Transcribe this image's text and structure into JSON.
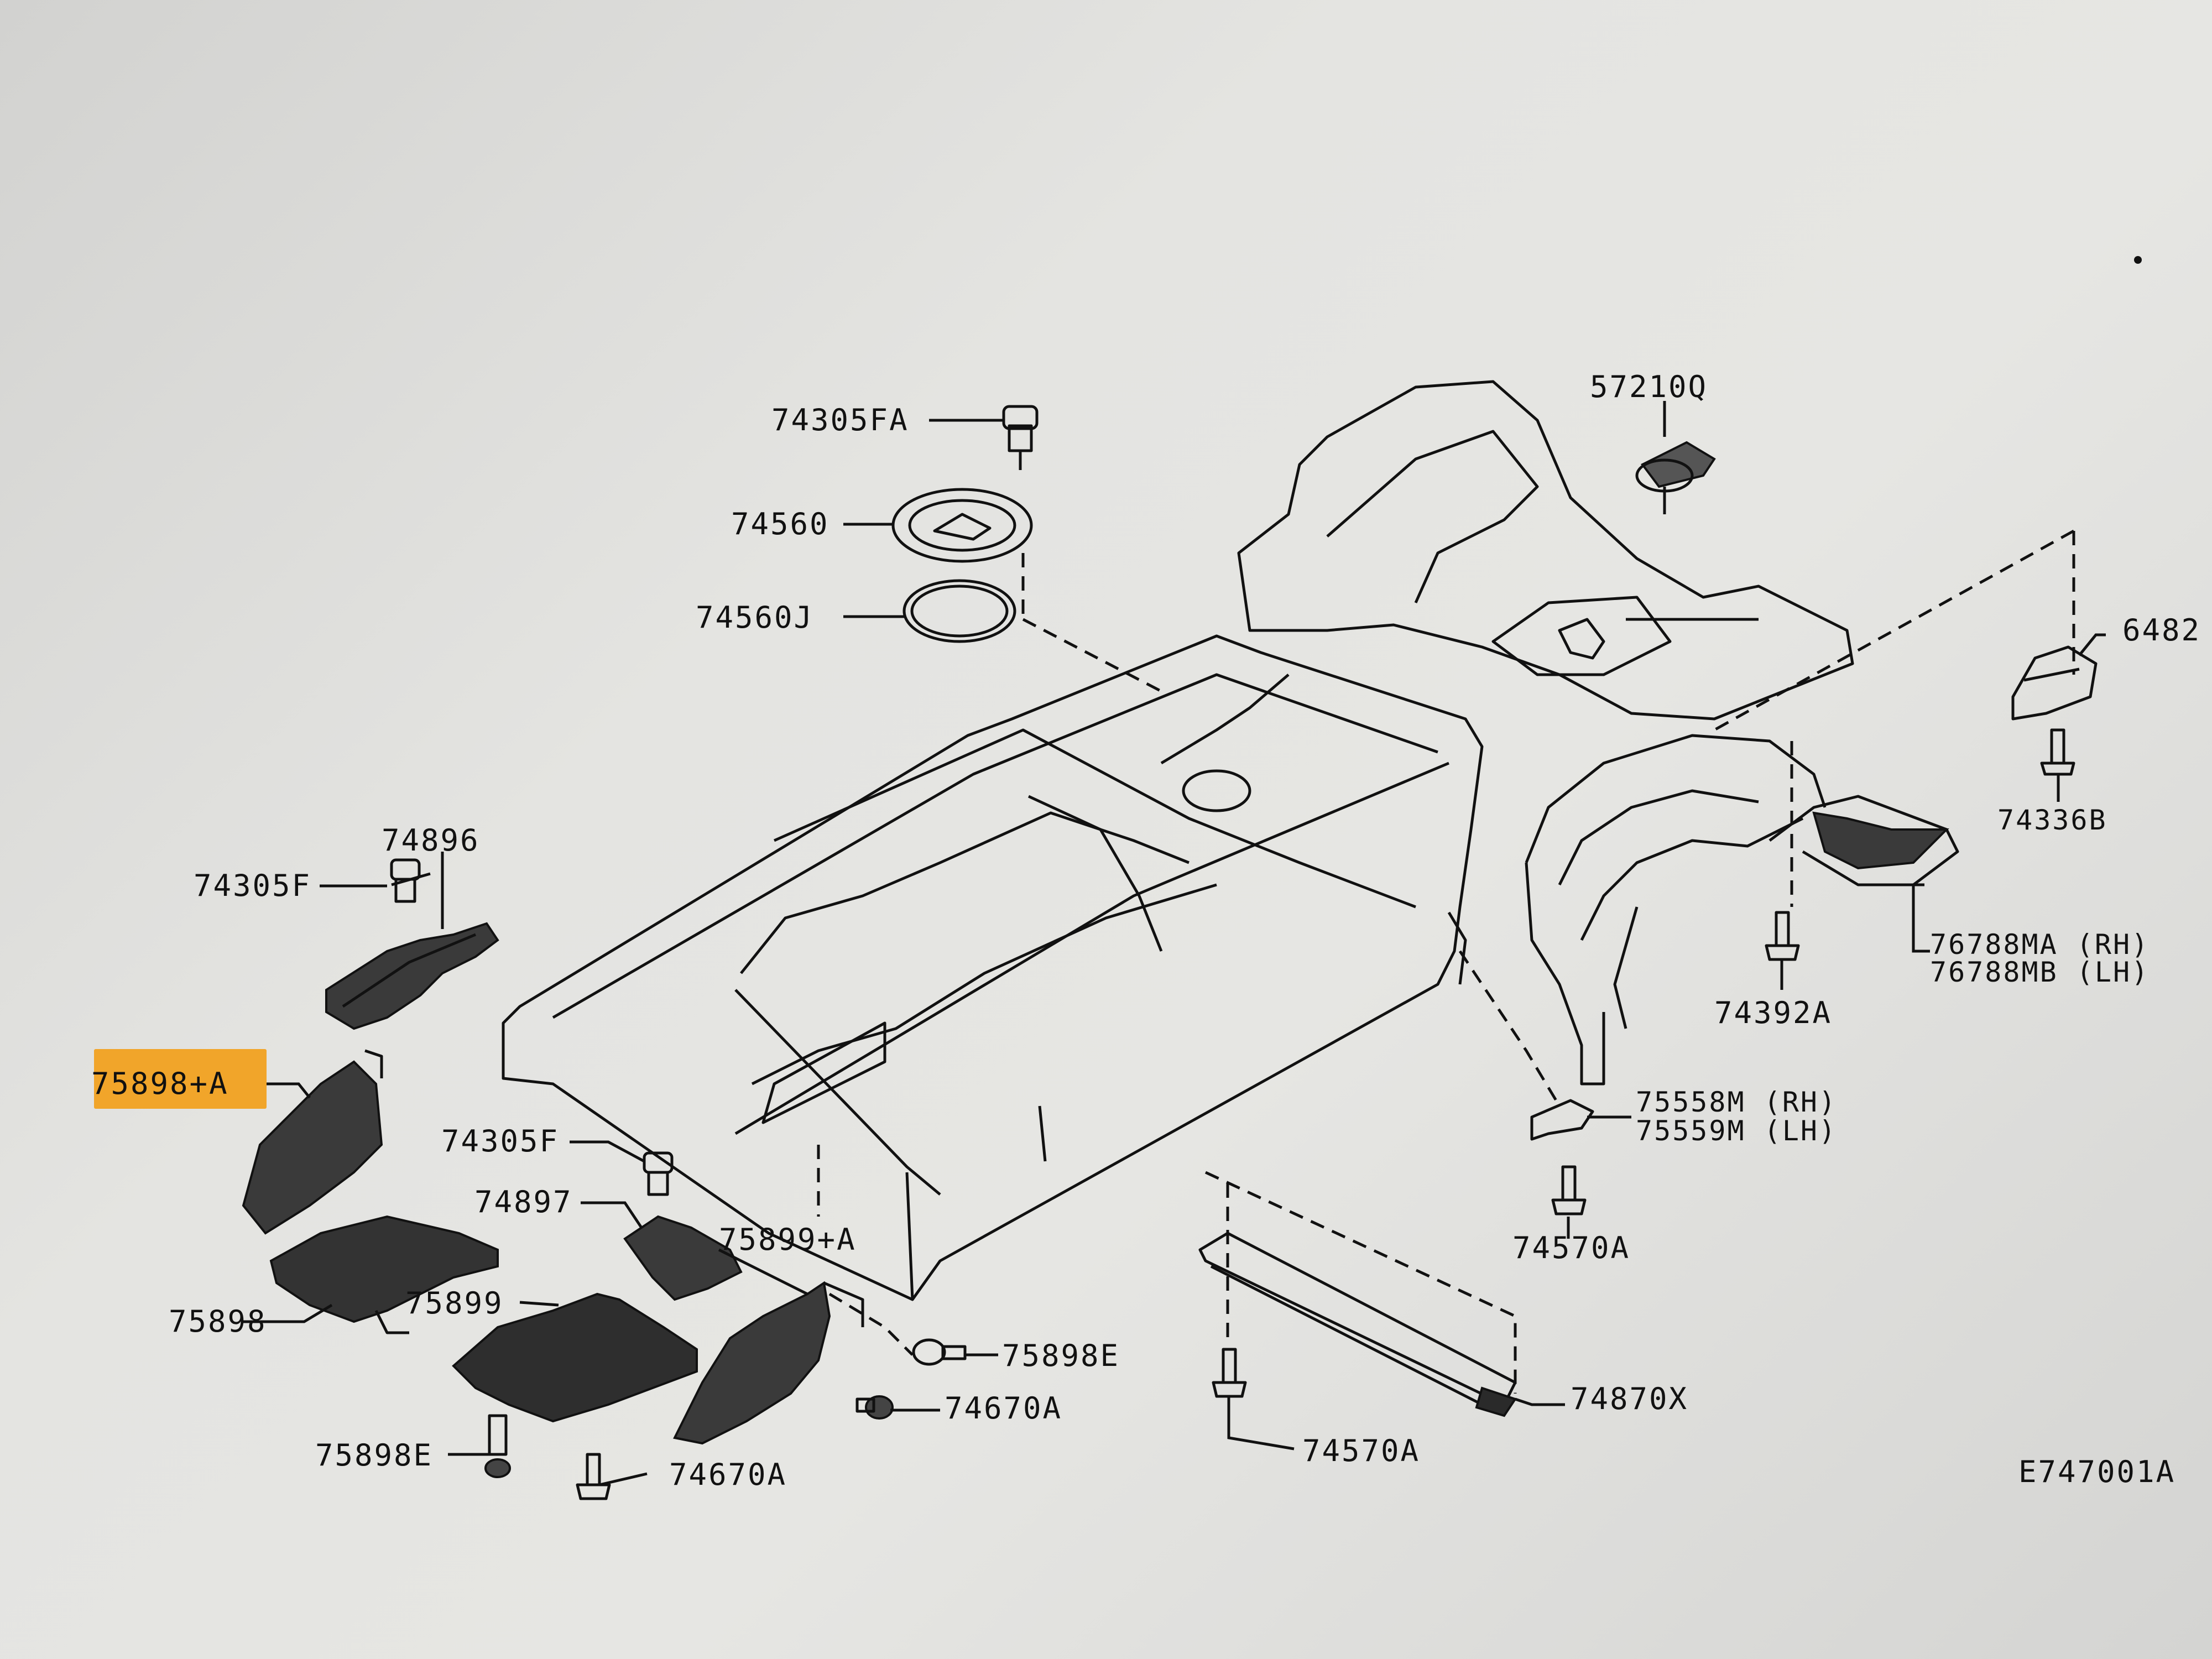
{
  "diagram_code": "E747001A",
  "labels": {
    "p74305FA": "74305FA",
    "p74560": "74560",
    "p74560J": "74560J",
    "p57210Q": "57210Q",
    "p6482": "6482",
    "p74336B": "74336B",
    "p74896": "74896",
    "p74305F_upper": "74305F",
    "p75898A": "75898+A",
    "p74305F_lower": "74305F",
    "p74897": "74897",
    "p75899A": "75899+A",
    "p75898": "75898",
    "p75899": "75899",
    "p75898E_right": "75898E",
    "p74670A_right": "74670A",
    "p75898E_left": "75898E",
    "p74670A_bottom": "74670A",
    "p74570A_bottom": "74570A",
    "p74870X": "74870X",
    "p74570A_right": "74570A",
    "p75558M": "75558M (RH)",
    "p75559M": "75559M (LH)",
    "p74392A": "74392A",
    "p76788MA": "76788MA (RH)",
    "p76788MB": "76788MB (LH)"
  },
  "highlight": {
    "label": "75898+A",
    "color": "#f1a52a"
  }
}
